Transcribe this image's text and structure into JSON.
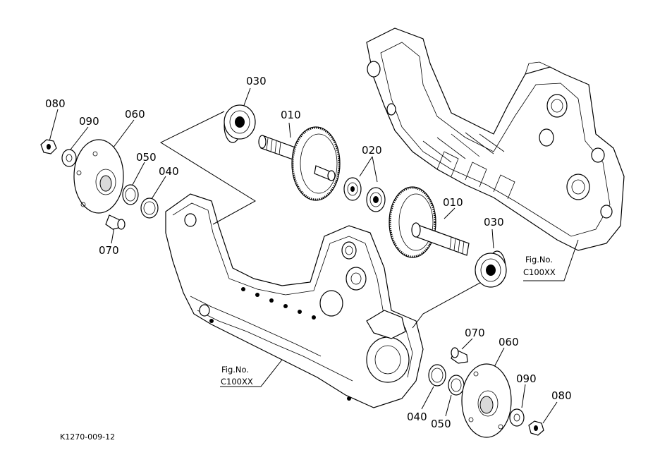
{
  "parts": {
    "p010_top": "010",
    "p010_right": "010",
    "p020": "020",
    "p030_top": "030",
    "p030_right": "030",
    "p040_left": "040",
    "p040_right": "040",
    "p050_left": "050",
    "p050_right": "050",
    "p060_left": "060",
    "p060_right": "060",
    "p070_left": "070",
    "p070_right": "070",
    "p080_left": "080",
    "p080_right": "080",
    "p090_left": "090",
    "p090_right": "090"
  },
  "figrefs": {
    "right": {
      "line1": "Fig.No.",
      "line2": "C100XX"
    },
    "bottom": {
      "line1": "Fig.No.",
      "line2": "C100XX"
    }
  },
  "drawing_code": "K1270-009-12"
}
